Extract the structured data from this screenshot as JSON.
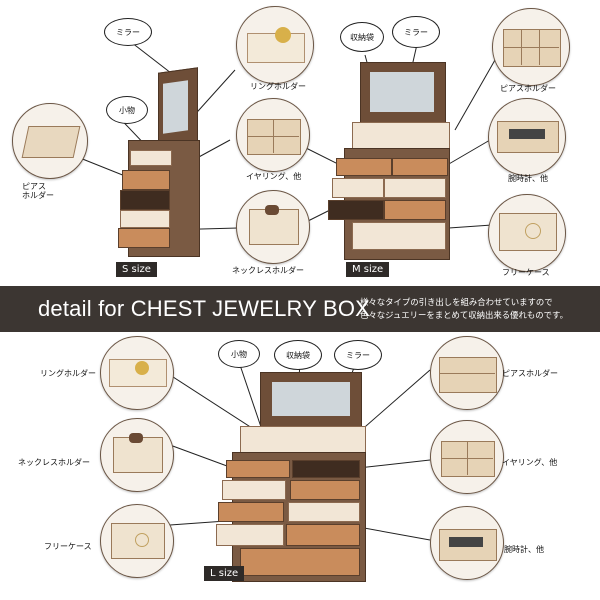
{
  "top": {
    "s": {
      "size_label": "S size",
      "bubbles": [
        "ミラー",
        "小物"
      ],
      "labels": [
        "リングホルダー",
        "イヤリング、他",
        "ネックレスホルダー",
        "ピアス\nホルダー"
      ]
    },
    "m": {
      "size_label": "M size",
      "bubbles": [
        "収納袋",
        "ミラー"
      ],
      "labels": [
        "ピアスホルダー",
        "腕時計、他",
        "フリーケース"
      ]
    }
  },
  "band": {
    "title": "detail for  CHEST JEWELRY BOX",
    "desc_line1": "様々なタイプの引き出しを組み合わせていますので",
    "desc_line2": "色々なジュエリーをまとめて収納出来る優れものです。"
  },
  "bottom": {
    "size_label": "L size",
    "bubbles": [
      "小物",
      "収納袋",
      "ミラー"
    ],
    "left_labels": [
      "リングホルダー",
      "ネックレスホルダー",
      "フリーケース"
    ],
    "right_labels": [
      "ピアスホルダー",
      "イヤリング、他",
      "腕時計、他"
    ]
  },
  "colors": {
    "band": "#3c3632",
    "leather": "#7a5a43",
    "leather_dark": "#5a3f2c",
    "cream": "#f2e6d6",
    "wood": "#d7b58d"
  }
}
